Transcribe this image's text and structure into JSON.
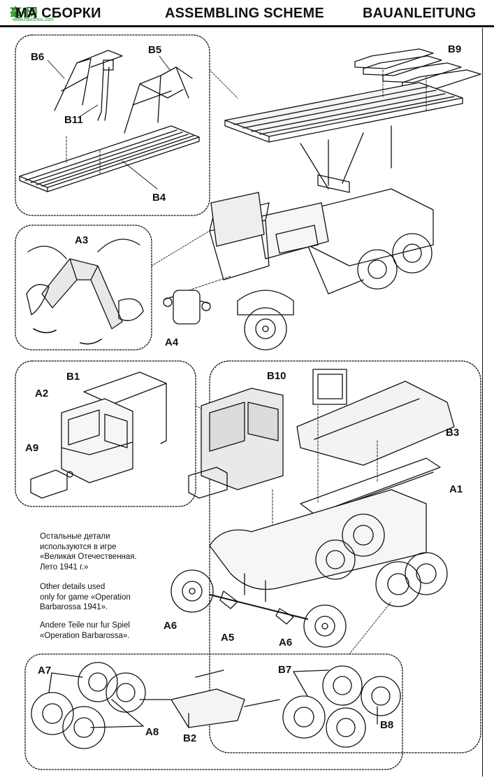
{
  "header": {
    "ru": "МА СБОРКИ",
    "en": "ASSEMBLING SCHEME",
    "de": "BAUANLEITUNG"
  },
  "watermark": {
    "text": "毫·网",
    "url": "www.haoshou.com"
  },
  "labels": {
    "B6": "B6",
    "B5": "B5",
    "B9": "B9",
    "B11": "B11",
    "B4": "B4",
    "A3": "A3",
    "A4": "A4",
    "B1": "B1",
    "A2": "A2",
    "A9": "A9",
    "B10": "B10",
    "B3": "B3",
    "A1": "A1",
    "A6a": "A6",
    "A5": "A5",
    "A6b": "A6",
    "A7": "A7",
    "B7": "B7",
    "A8": "A8",
    "B2": "B2",
    "B8": "B8"
  },
  "notes": {
    "ru_1": "Остальные детали",
    "ru_2": "используются в игре",
    "ru_3": "«Великая Отечественная.",
    "ru_4": "Лето 1941 г.»",
    "en_1": "Other details used",
    "en_2": "only for game «Operation",
    "en_3": "Barbarossa 1941».",
    "de_1": "Andere Teile nur fur Spiel",
    "de_2": "«Operation Barbarossa»."
  },
  "colors": {
    "ink": "#111111",
    "watermark": "#1b8a1b",
    "fill": "#ededed"
  }
}
